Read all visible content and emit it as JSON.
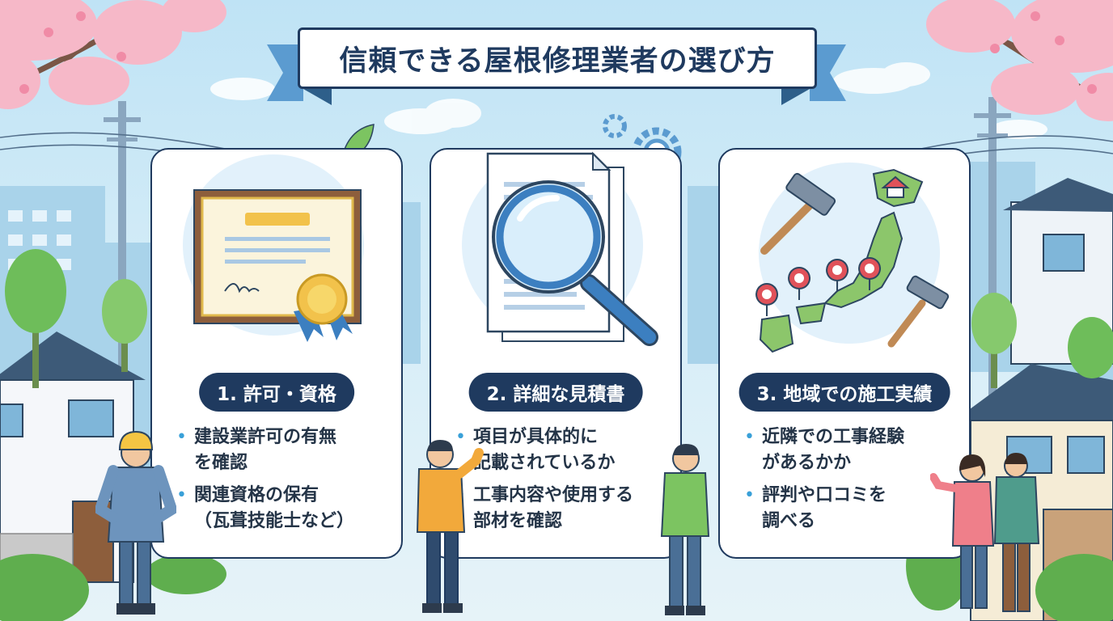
{
  "title": "信頼できる屋根修理業者の選び方",
  "cards": [
    {
      "heading": "1. 許可・資格",
      "bullets": [
        "建設業許可の有無\nを確認",
        "関連資格の保有\n（瓦葺技能士など）"
      ]
    },
    {
      "heading": "2. 詳細な見積書",
      "bullets": [
        "項目が具体的に\n記載されているか",
        "工事内容や使用する\n部材を確認"
      ]
    },
    {
      "heading": "3. 地域での施工実績",
      "bullets": [
        "近隣での工事経験\nがあるかか",
        "評判や口コミを\n調べる"
      ]
    }
  ],
  "colors": {
    "navy": "#1f3a5f",
    "bullet_dot": "#39a0d8",
    "sky": "#bfe3f5",
    "sakura": "#f6b8c8",
    "pin": "#e0525a",
    "map_green": "#8cc66b"
  },
  "icons": [
    "certificate-icon",
    "ribbon-icon",
    "magnifier-icon",
    "document-icon",
    "gear-icon",
    "hammer-icon",
    "japan-map-icon",
    "location-pin-icon",
    "leaf-icon",
    "sparkle-icon"
  ]
}
